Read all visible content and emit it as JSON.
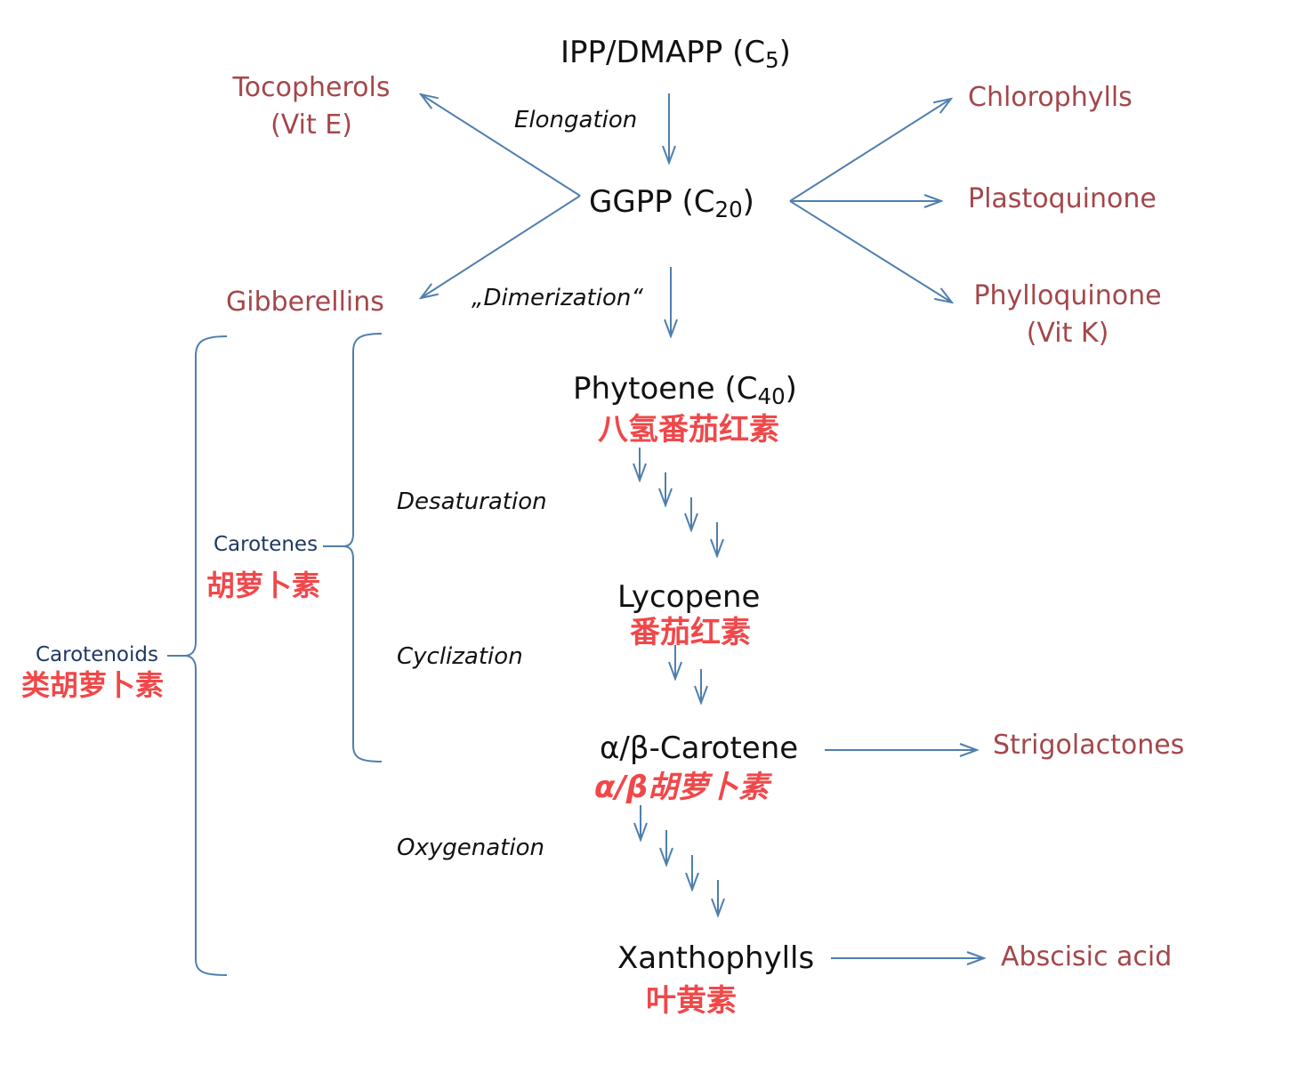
{
  "nodes": {
    "ipp": {
      "label": "IPP/DMAPP (C",
      "sub": "5",
      "close": ")"
    },
    "ggpp": {
      "label": "GGPP (C",
      "sub": "20",
      "close": ")"
    },
    "phytoene": {
      "label": "Phytoene (C",
      "sub": "40",
      "close": ")",
      "zh": "八氢番茄红素"
    },
    "lycopene": {
      "label": "Lycopene",
      "zh": "番茄红素"
    },
    "carotene": {
      "label": "α/β-Carotene",
      "zh": "α/β胡萝卜素"
    },
    "xanthophylls": {
      "label": "Xanthophylls",
      "zh": "叶黄素"
    }
  },
  "branches": {
    "tocopherols": {
      "line1": "Tocopherols",
      "line2": "(Vit E)"
    },
    "gibberellins": "Gibberellins",
    "chlorophylls": "Chlorophylls",
    "plastoquinone": "Plastoquinone",
    "phylloquinone": {
      "line1": "Phylloquinone",
      "line2": "(Vit K)"
    },
    "strigolactones": "Strigolactones",
    "abscisic_acid": "Abscisic acid"
  },
  "steps": {
    "elongation": "Elongation",
    "dimerization": "„Dimerization“",
    "desaturation": "Desaturation",
    "cyclization": "Cyclization",
    "oxygenation": "Oxygenation"
  },
  "groups": {
    "carotenes": {
      "label": "Carotenes",
      "zh": "胡萝卜素"
    },
    "carotenoids": {
      "label": "Carotenoids",
      "zh": "类胡萝卜素"
    }
  },
  "colors": {
    "arrow": "#4f7fae",
    "main_text": "#111111",
    "branch_text": "#a3474a",
    "chinese_text": "#f0484a",
    "group_text": "#1f3864"
  }
}
